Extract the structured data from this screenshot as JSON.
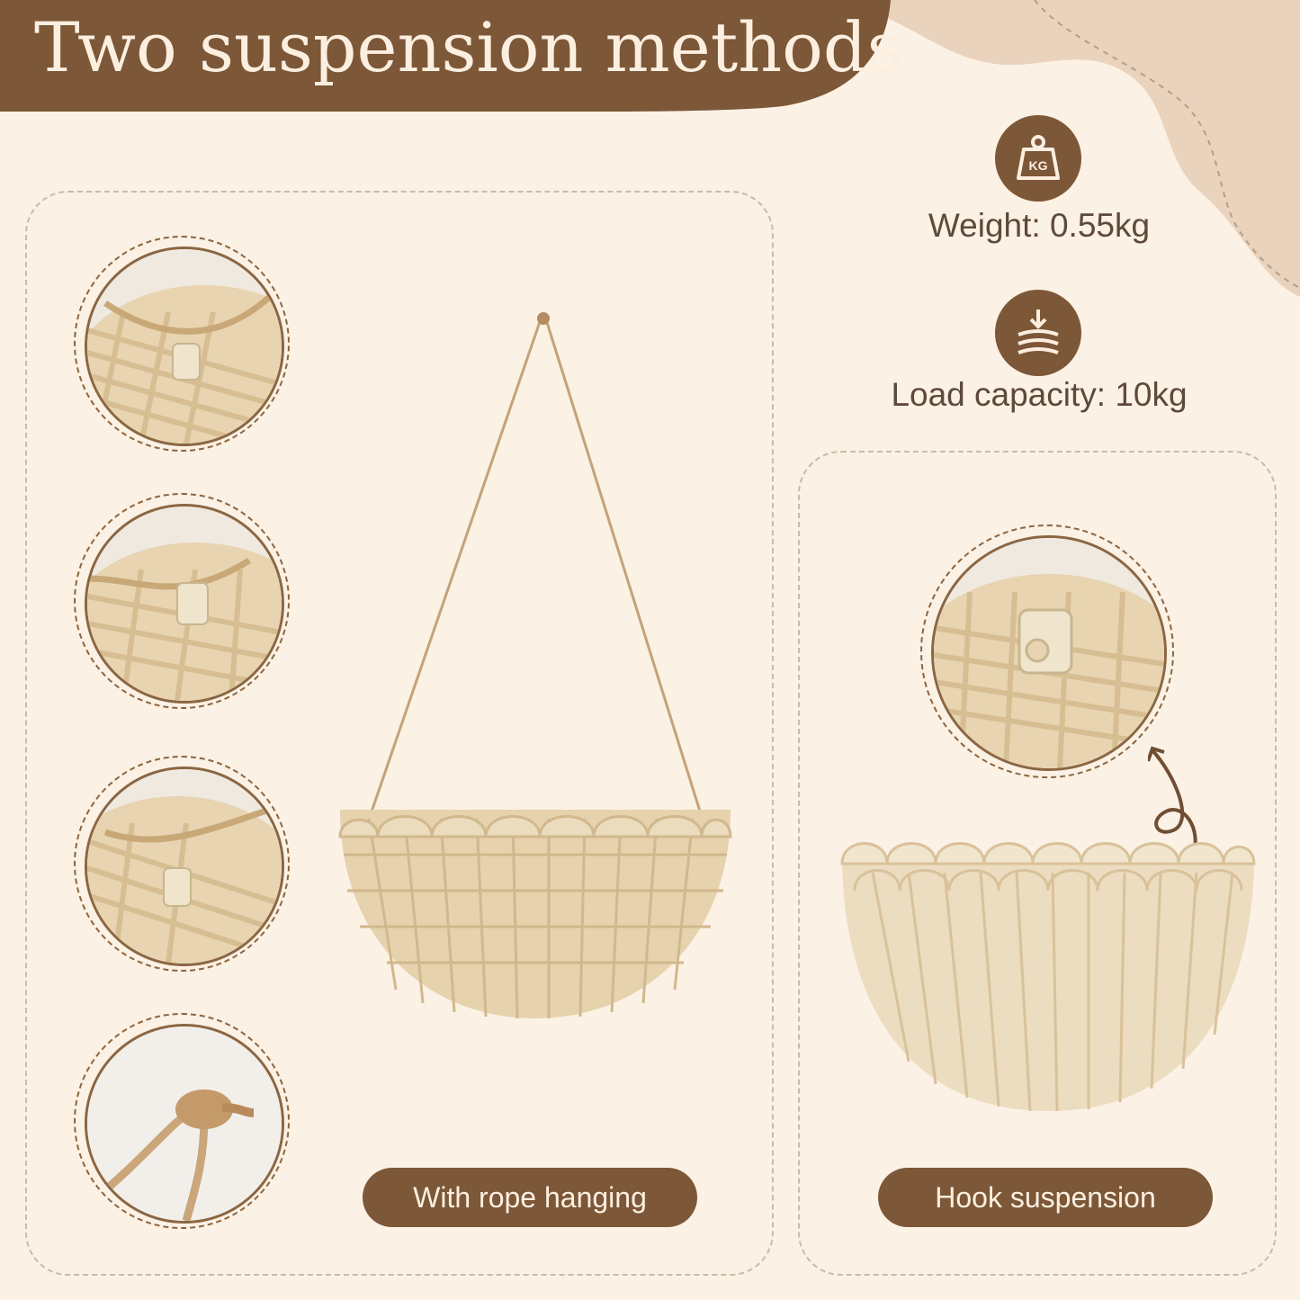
{
  "title": "Two suspension methods",
  "specs": [
    {
      "icon": "kg-weight-icon",
      "badge": "KG",
      "label": "Weight: 0.55kg"
    },
    {
      "icon": "load-capacity-icon",
      "label": "Load capacity: 10kg"
    }
  ],
  "methods": [
    {
      "label": "With rope hanging"
    },
    {
      "label": "Hook suspension"
    }
  ],
  "colors": {
    "brown": "#7c5738",
    "cream": "#fbf1e4",
    "beige_blob": "#ead3bd",
    "rattan": "#e6d2ad",
    "text": "#5d4a3a"
  }
}
